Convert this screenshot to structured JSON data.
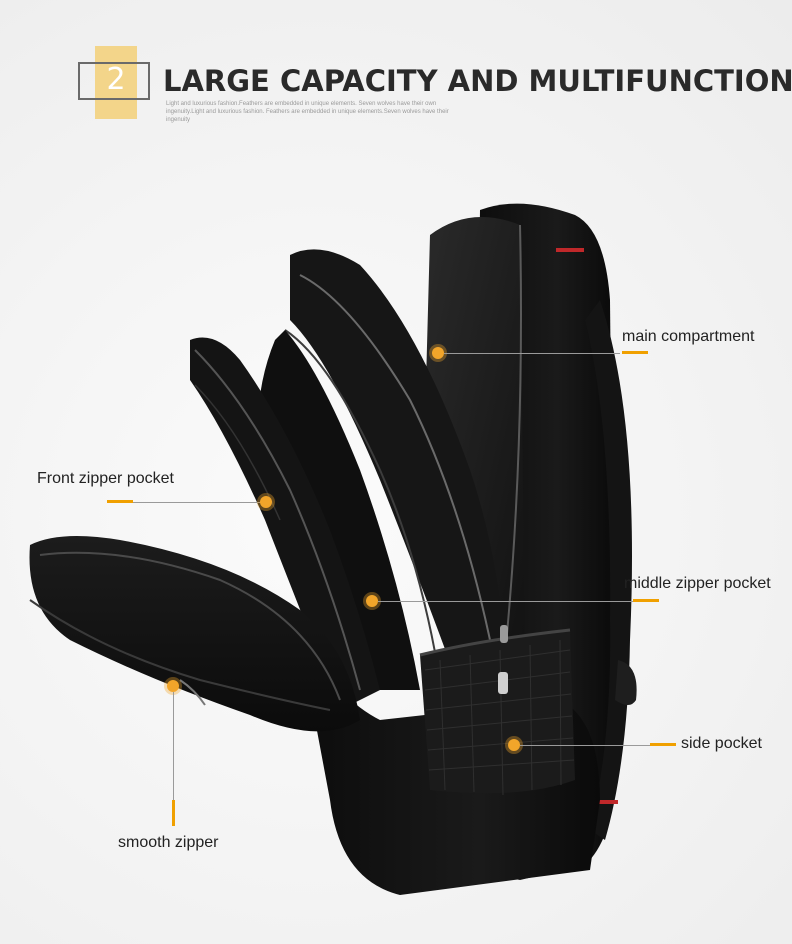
{
  "header": {
    "number": "2",
    "title": "LARGE CAPACITY AND MULTIFUNCTION",
    "subtitle": "Light and luxurious fashion.Feathers are embedded in unique elements. Seven wolves have their own ingenuity.Light and luxurious fashion. Feathers are embedded in unique elements.Seven wolves have their ingenuity"
  },
  "callouts": {
    "main_compartment": "main compartment",
    "front_zipper_pocket": "Front zipper pocket",
    "middle_zipper_pocket": "middle zipper pocket",
    "side_pocket": "side pocket",
    "smooth_zipper": "smooth zipper"
  },
  "colors": {
    "accent": "#f0a000",
    "number_block": "#f3d58a",
    "bag": "#111111"
  }
}
